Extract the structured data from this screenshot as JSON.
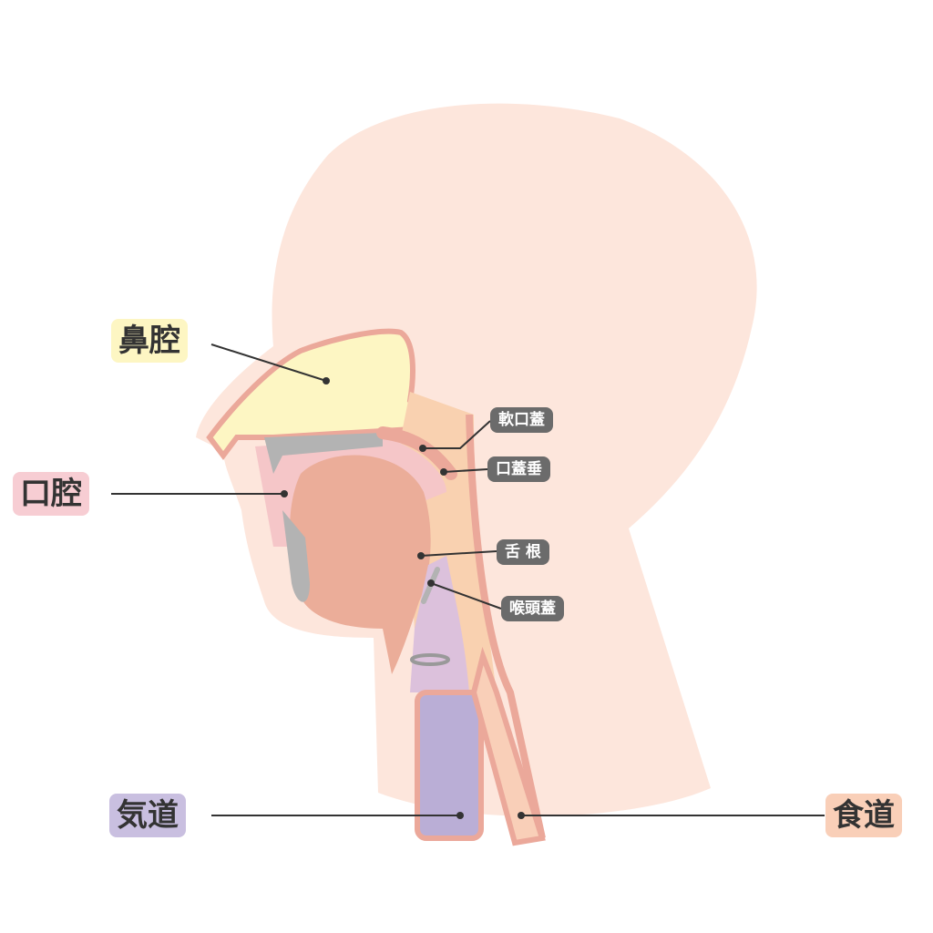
{
  "labels": {
    "nasal_cavity": "鼻腔",
    "oral_cavity": "口腔",
    "airway": "気道",
    "esophagus": "食道",
    "soft_palate": "軟口蓋",
    "uvula": "口蓋垂",
    "tongue_root": "舌 根",
    "epiglottis": "喉頭蓋"
  },
  "colors": {
    "skin": "#fde6dc",
    "outline": "#eba89a",
    "nasal": "#fdf6c3",
    "oral": "#f7cdd3",
    "airway": "#baaed6",
    "esophagus": "#f9cfb8",
    "tag": "#6b6b6b"
  }
}
